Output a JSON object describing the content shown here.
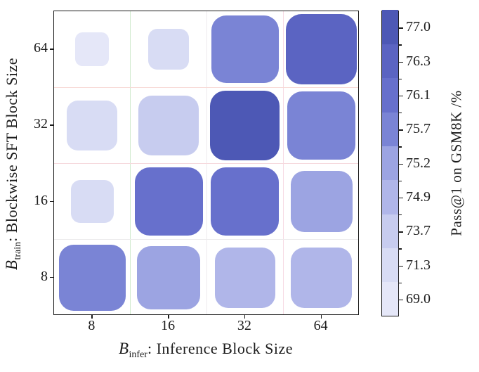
{
  "chart_data": {
    "type": "heatmap",
    "title": "",
    "xlabel": {
      "symbol": "B",
      "subscript": "infer",
      "rest": ": Inference Block Size"
    },
    "ylabel": {
      "symbol": "B",
      "subscript": "train",
      "rest": ": Blockwise SFT Block Size"
    },
    "x_ticks": [
      "8",
      "16",
      "32",
      "64"
    ],
    "y_ticks": [
      "64",
      "32",
      "16",
      "8"
    ],
    "value_metric": "Pass@1 on GSM8K /%",
    "cells": [
      {
        "train": "64",
        "infer": "8",
        "value": 69.0,
        "size": 0.44
      },
      {
        "train": "64",
        "infer": "16",
        "value": 71.3,
        "size": 0.54
      },
      {
        "train": "64",
        "infer": "32",
        "value": 75.7,
        "size": 0.88
      },
      {
        "train": "64",
        "infer": "64",
        "value": 76.3,
        "size": 0.93
      },
      {
        "train": "32",
        "infer": "8",
        "value": 71.3,
        "size": 0.66
      },
      {
        "train": "32",
        "infer": "16",
        "value": 73.7,
        "size": 0.79
      },
      {
        "train": "32",
        "infer": "32",
        "value": 77.0,
        "size": 0.91
      },
      {
        "train": "32",
        "infer": "64",
        "value": 75.7,
        "size": 0.89
      },
      {
        "train": "16",
        "infer": "8",
        "value": 71.3,
        "size": 0.56
      },
      {
        "train": "16",
        "infer": "16",
        "value": 76.1,
        "size": 0.89
      },
      {
        "train": "16",
        "infer": "32",
        "value": 76.1,
        "size": 0.89
      },
      {
        "train": "16",
        "infer": "64",
        "value": 75.2,
        "size": 0.81
      },
      {
        "train": "8",
        "infer": "8",
        "value": 75.7,
        "size": 0.87
      },
      {
        "train": "8",
        "infer": "16",
        "value": 75.2,
        "size": 0.83
      },
      {
        "train": "8",
        "infer": "32",
        "value": 74.9,
        "size": 0.79
      },
      {
        "train": "8",
        "infer": "64",
        "value": 74.9,
        "size": 0.8
      }
    ],
    "colorbar": {
      "label": "Pass@1 on GSM8K /%",
      "values_bottom_to_top": [
        69.0,
        71.3,
        73.7,
        74.9,
        75.2,
        75.7,
        76.1,
        76.3,
        77.0
      ],
      "color_map": {
        "69.0": "#E5E7F8",
        "71.3": "#D8DCF4",
        "73.7": "#C7CCEF",
        "74.9": "#B0B6E9",
        "75.2": "#9CA4E2",
        "75.7": "#7A84D5",
        "76.1": "#6770CC",
        "76.3": "#5B64C2",
        "77.0": "#4D58B5"
      }
    },
    "grid": {
      "v_line_colors": [
        "#cfe9cd",
        "#ede9ee",
        "#f7dbe4"
      ],
      "h_line_colors": [
        "#f7d9d6",
        "#f6dade",
        "#edebec"
      ]
    },
    "style": {
      "spine_color": "#1a1a1a",
      "text_color": "#1c1c1c",
      "square_corner_ratio": 0.22
    }
  }
}
